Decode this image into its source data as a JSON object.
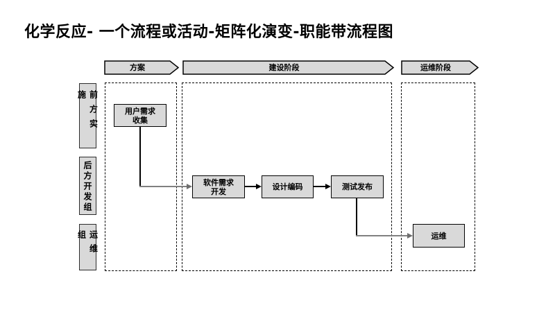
{
  "title": "化学反应- 一个流程或活动-矩阵化演变-职能带流程图",
  "phases": [
    {
      "label": "方案"
    },
    {
      "label": "建设阶段"
    },
    {
      "label": "运维阶段"
    }
  ],
  "lanes": [
    {
      "label": "前方实施"
    },
    {
      "label": "后方开发组"
    },
    {
      "label": "运维组"
    }
  ],
  "nodes": [
    {
      "label": "用户需求\n收集"
    },
    {
      "label": "软件需求\n开发"
    },
    {
      "label": "设计编码"
    },
    {
      "label": "测试发布"
    },
    {
      "label": "运维"
    }
  ],
  "icons": {
    "phase_arrow": "right-arrow-banner"
  },
  "colors": {
    "background": "#ffffff",
    "shape_fill": "#d9d9d9",
    "shape_border": "#000000",
    "dashed_border": "#000000",
    "connector_gray": "#808080",
    "connector_black": "#000000",
    "text": "#000000"
  }
}
